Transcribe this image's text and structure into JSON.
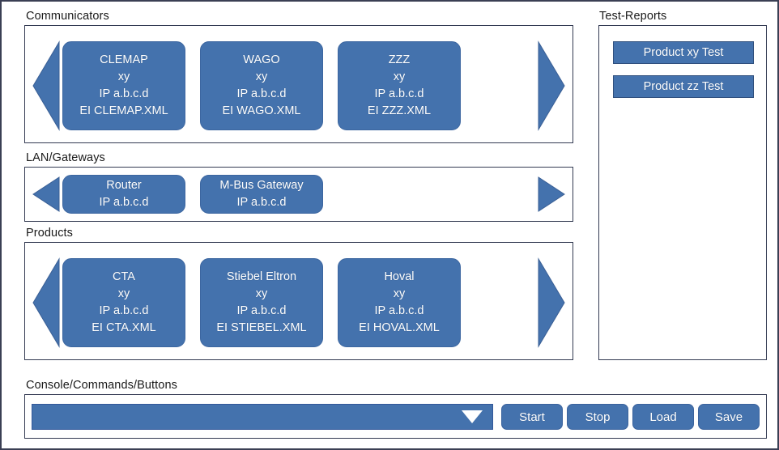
{
  "theme": {
    "accent": "#4472ad",
    "accent_border": "#3c66a0",
    "panel_border": "#333a52",
    "frame_border": "#3a3f54",
    "text_dark": "#1a1a1a",
    "text_on_accent": "#ffffff",
    "background": "#ffffff"
  },
  "sections": {
    "communicators": {
      "label": "Communicators",
      "prev_icon": "triangle-left-icon",
      "next_icon": "triangle-right-icon",
      "cards": [
        {
          "name": "CLEMAP",
          "variant": "xy",
          "ip": "IP a.b.c.d",
          "file": "EI CLEMAP.XML"
        },
        {
          "name": "WAGO",
          "variant": "xy",
          "ip": "IP a.b.c.d",
          "file": "EI WAGO.XML"
        },
        {
          "name": "ZZZ",
          "variant": "xy",
          "ip": "IP a.b.c.d",
          "file": "EI ZZZ.XML"
        }
      ]
    },
    "lan_gateways": {
      "label": "LAN/Gateways",
      "prev_icon": "triangle-left-icon",
      "next_icon": "triangle-right-icon",
      "cards": [
        {
          "name": "Router",
          "ip": "IP a.b.c.d"
        },
        {
          "name": "M-Bus Gateway",
          "ip": "IP a.b.c.d"
        }
      ]
    },
    "products": {
      "label": "Products",
      "prev_icon": "triangle-left-icon",
      "next_icon": "triangle-right-icon",
      "cards": [
        {
          "name": "CTA",
          "variant": "xy",
          "ip": "IP a.b.c.d",
          "file": "EI CTA.XML"
        },
        {
          "name": "Stiebel Eltron",
          "variant": "xy",
          "ip": "IP a.b.c.d",
          "file": "EI STIEBEL.XML"
        },
        {
          "name": "Hoval",
          "variant": "xy",
          "ip": "IP a.b.c.d",
          "file": "EI HOVAL.XML"
        }
      ]
    },
    "test_reports": {
      "label": "Test-Reports",
      "buttons": [
        {
          "label": "Product xy Test"
        },
        {
          "label": "Product zz Test"
        }
      ]
    },
    "console": {
      "label": "Console/Commands/Buttons",
      "command_value": "",
      "dropdown_icon": "triangle-down-icon",
      "buttons": [
        {
          "label": "Start"
        },
        {
          "label": "Stop"
        },
        {
          "label": "Load"
        },
        {
          "label": "Save"
        }
      ]
    }
  }
}
